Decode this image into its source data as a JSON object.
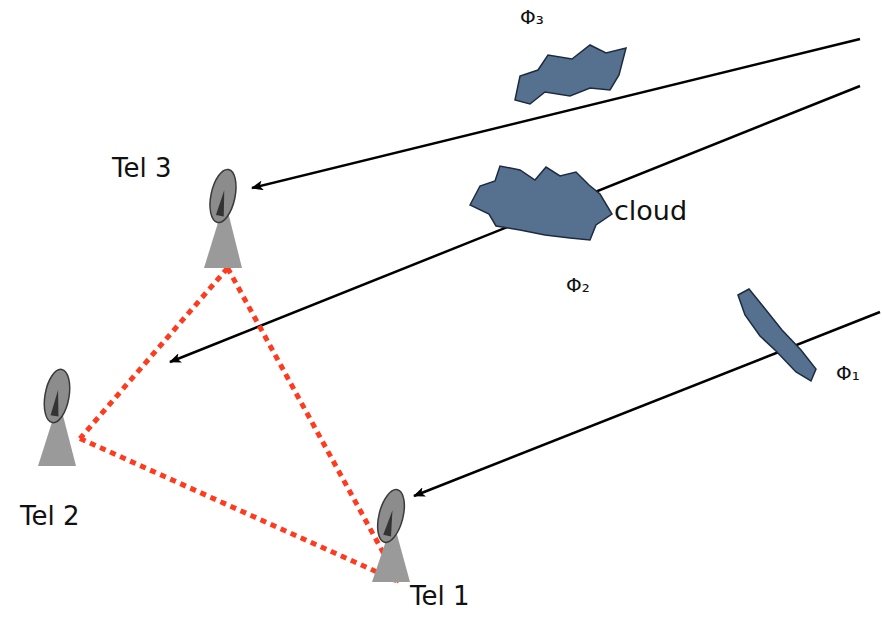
{
  "diagram": {
    "nodes": [
      {
        "text": [
          "Tel 3"
        ]
      },
      {
        "text": [
          "Tel 2"
        ]
      },
      {
        "text": [
          "Tel 1"
        ]
      }
    ],
    "edges": [
      {
        "from": 0,
        "to": 1,
        "arrow": "none"
      },
      {
        "from": 0,
        "to": 2,
        "arrow": "none"
      },
      {
        "from": 1,
        "to": 2,
        "arrow": "none"
      }
    ],
    "labels": [
      "Φ₃",
      "cloud",
      "Φ₂",
      "Φ₁"
    ]
  }
}
